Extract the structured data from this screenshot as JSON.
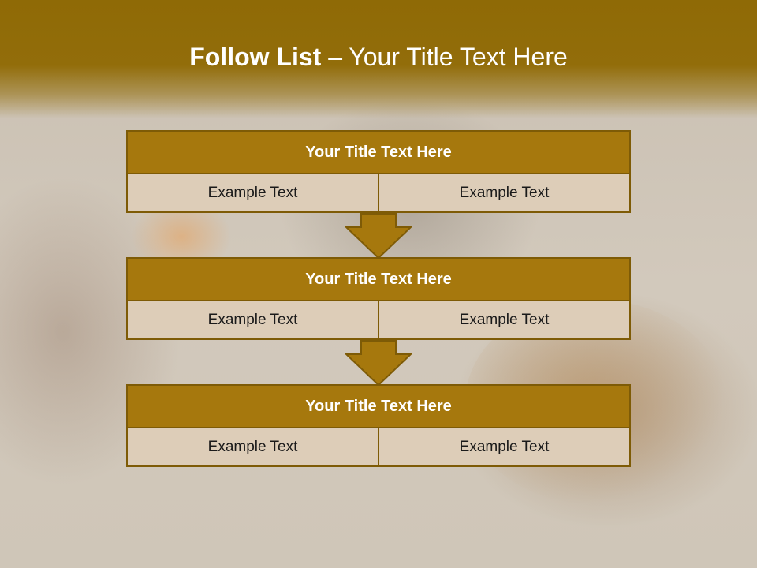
{
  "slide": {
    "title_bold": "Follow List ",
    "title_rest": " – Your Title Text Here"
  },
  "steps": [
    {
      "title": "Your Title Text Here",
      "left": "Example Text",
      "right": "Example Text"
    },
    {
      "title": "Your Title Text Here",
      "left": "Example Text",
      "right": "Example Text"
    },
    {
      "title": "Your Title Text Here",
      "left": "Example Text",
      "right": "Example Text"
    }
  ],
  "colors": {
    "header_band": "#926d0a",
    "step_title_fill": "#a6780d",
    "step_border": "#7e5b06",
    "cell_fill": "#ddcdb8",
    "arrow_fill": "#a6780d"
  }
}
